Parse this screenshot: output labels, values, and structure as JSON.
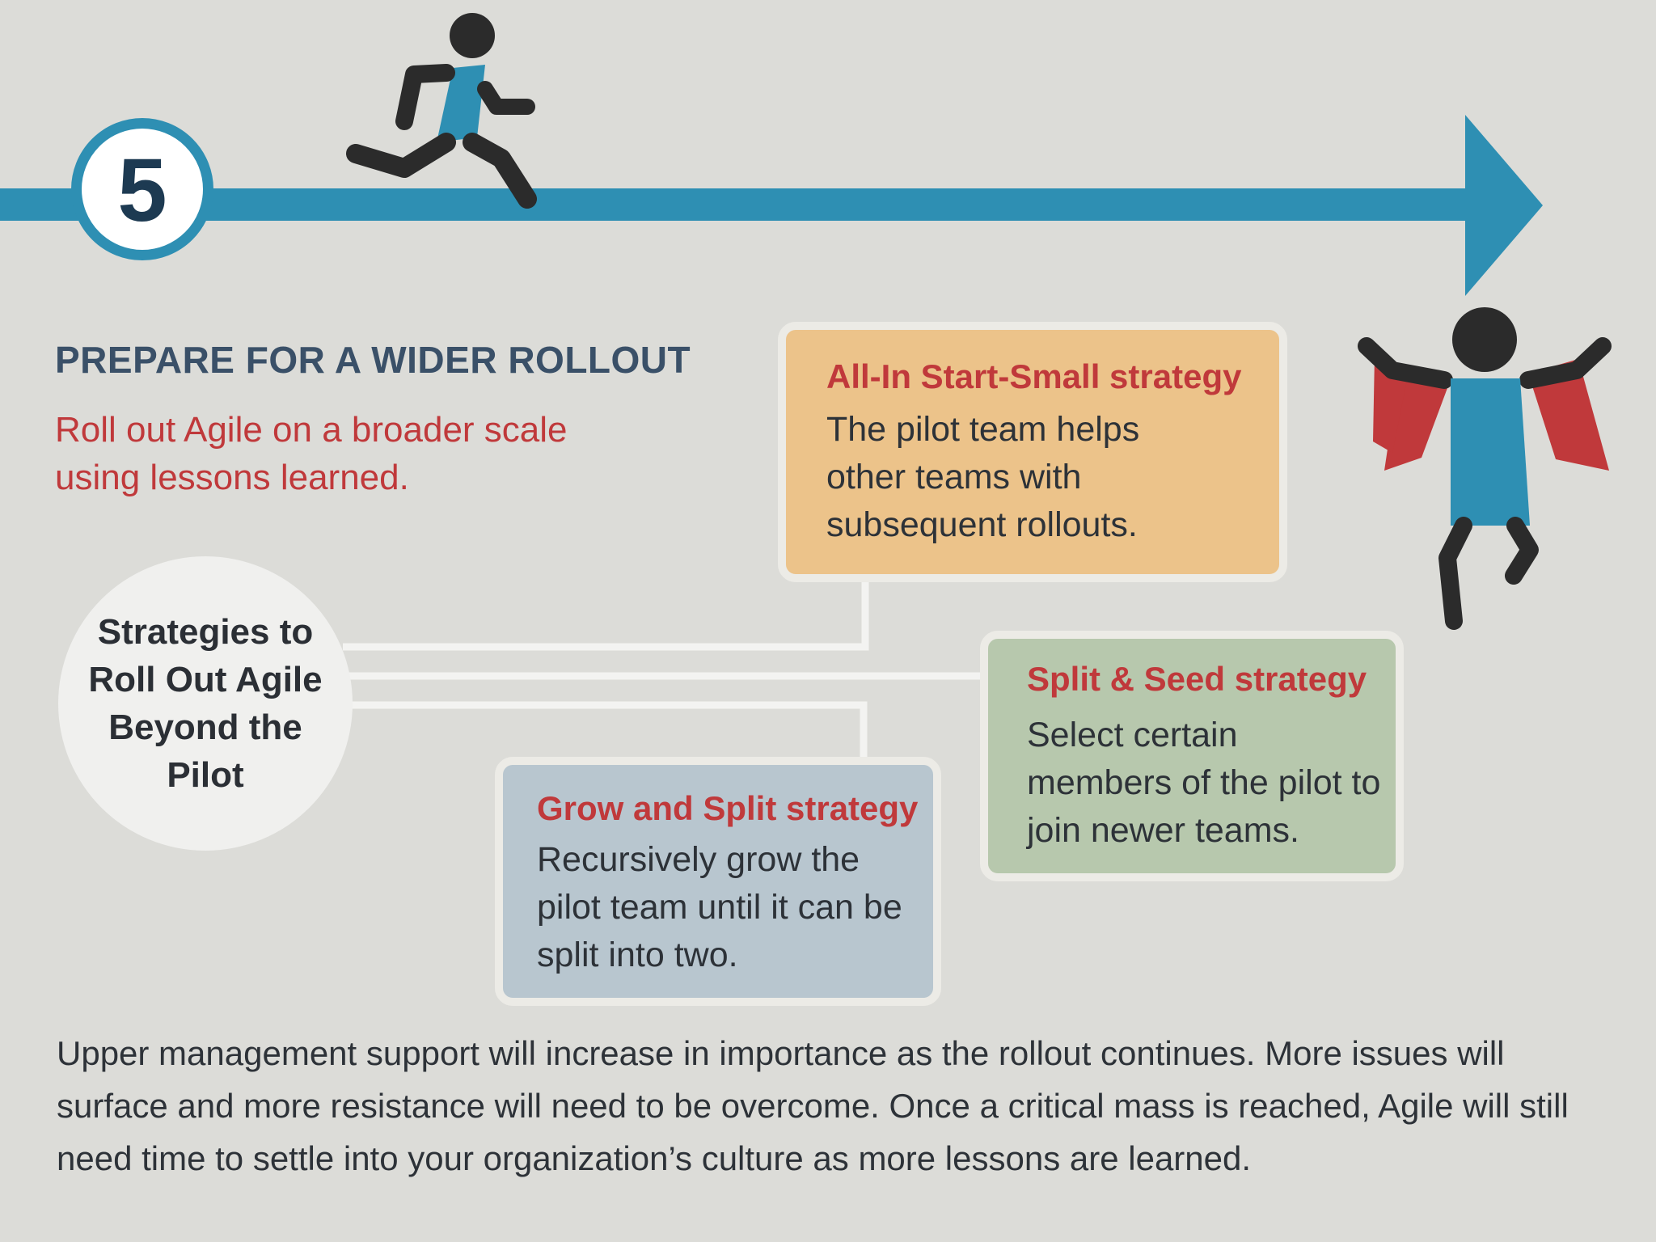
{
  "step": {
    "number": "5"
  },
  "heading": "PREPARE FOR A WIDER ROLLOUT",
  "subheading": "Roll out Agile on a broader scale using lessons learned.",
  "center": {
    "label": "Strategies to Roll Out Agile Beyond the Pilot"
  },
  "strategies": {
    "all_in": {
      "title": "All-In Start-Small strategy",
      "body": "The pilot team helps other teams with subsequent rollouts."
    },
    "split_seed": {
      "title": "Split & Seed strategy",
      "body": "Select certain members of the pilot to join newer teams."
    },
    "grow_split": {
      "title": "Grow and Split strategy",
      "body": "Recursively grow the pilot team until it can be split into two."
    }
  },
  "footer": "Upper management support will increase in importance as the rollout continues. More issues will surface and more resistance will need to be overcome. Once a critical mass is reached, Agile will still need time to settle into your organization’s culture as more lessons are learned.",
  "colors": {
    "background": "#dcdcd8",
    "timeline_blue": "#2e8fb3",
    "accent_red": "#c0393b",
    "heading_navy": "#3a5068",
    "card_all_in": "#ecc38a",
    "card_split_seed": "#b7c8ad",
    "card_grow_split": "#b8c6cf",
    "figure_dark": "#2b2b2b"
  },
  "icons": {
    "runner": "running-person-icon",
    "hero": "caped-hero-icon",
    "arrow": "arrow-right-icon"
  }
}
